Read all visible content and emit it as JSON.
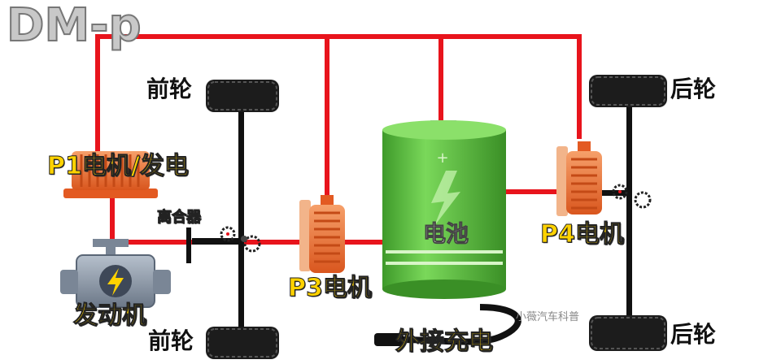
{
  "title": "DM-p",
  "labels": {
    "front_wheel_top": "前轮",
    "front_wheel_bottom": "前轮",
    "rear_wheel_top": "后轮",
    "rear_wheel_bottom": "后轮",
    "p1_motor": "P1电机/发电",
    "clutch": "离合器",
    "engine": "发动机",
    "p3_motor": "P3电机",
    "battery": "电池",
    "p4_motor": "P4电机",
    "external_charging": "外接充电",
    "watermark": "小薇汽车科普"
  },
  "colors": {
    "wire": "#e8141c",
    "axle": "#111111",
    "motor": "#f07a3c",
    "battery_green": "#5cc43c",
    "engine_gray": "#8a96a8"
  },
  "icons": [
    "engine-icon",
    "battery-icon",
    "motor-icon",
    "gear-icon",
    "tire-icon",
    "charging-cable-icon"
  ]
}
